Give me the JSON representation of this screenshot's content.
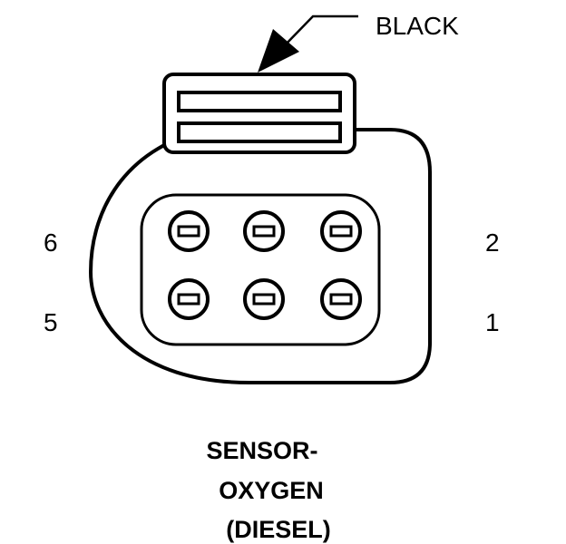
{
  "connector": {
    "wire_color_label": "BLACK",
    "title_lines": [
      "SENSOR-",
      "OXYGEN",
      "(DIESEL)"
    ],
    "pins": [
      {
        "label": "6",
        "side": "left",
        "row": "top"
      },
      {
        "label": "5",
        "side": "left",
        "row": "bottom"
      },
      {
        "label": "2",
        "side": "right",
        "row": "top"
      },
      {
        "label": "1",
        "side": "right",
        "row": "bottom"
      }
    ],
    "cavity_rows": 2,
    "cavity_columns": 3
  },
  "colors": {
    "stroke": "#000000",
    "background": "#ffffff"
  }
}
